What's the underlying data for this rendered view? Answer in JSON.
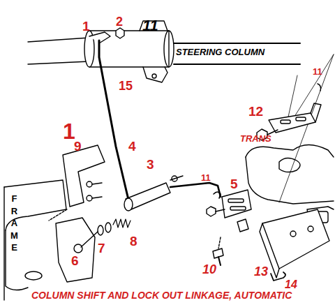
{
  "diagram": {
    "caption": "COLUMN SHIFT AND LOCK OUT LINKAGE, AUTOMATIC",
    "labels": [
      "1",
      "2",
      "11",
      "STEERING COLUMN",
      "15",
      "1",
      "11",
      "12",
      "TRANS",
      "9",
      "4",
      "3",
      "11",
      "5",
      "FRAME",
      "6",
      "7",
      "8",
      "10",
      "13",
      "14"
    ]
  }
}
